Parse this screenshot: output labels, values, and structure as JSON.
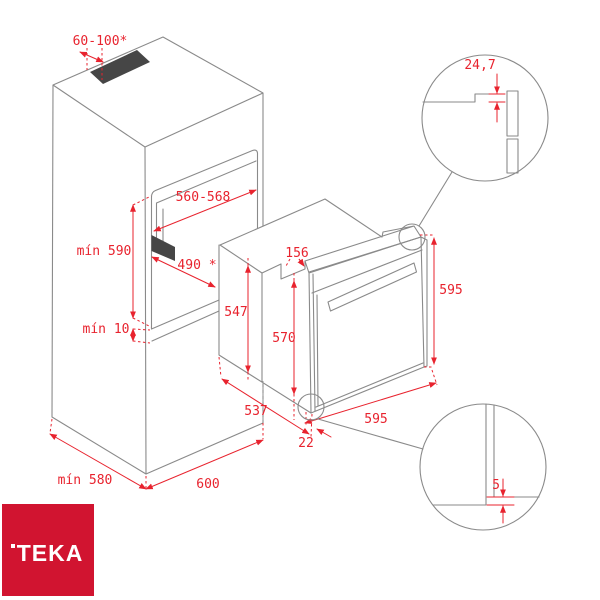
{
  "title": "Built-in oven installation diagram",
  "colors": {
    "dimension_red": "#e8232e",
    "line_gray": "#8a8a8a",
    "dark_fill": "#464646",
    "brand_red": "#d11430",
    "logo_text_color": "#ffffff"
  },
  "brand": {
    "logo_text": "TEKA"
  },
  "dimensions": {
    "cabinet_vent": "60-100*",
    "niche_width": "560-568",
    "niche_height": "mín 590",
    "shelf_depth": "490 *",
    "bottom_gap": "mín 10",
    "cabinet_depth": "mín 580",
    "cabinet_width": "600",
    "notch_width": "156",
    "body_height": "547",
    "door_height": "570",
    "front_height": "595",
    "front_width": "595",
    "body_depth": "537",
    "front_overhang": "22",
    "detail_top": "24,7",
    "detail_bottom": "5"
  }
}
